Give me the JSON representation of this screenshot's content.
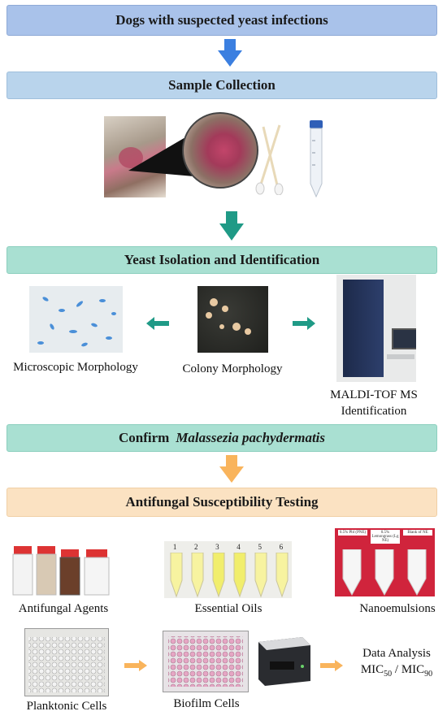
{
  "steps": {
    "s1": "Dogs with suspected yeast infections",
    "s2": "Sample Collection",
    "s3": "Yeast Isolation and Identification",
    "s4_prefix": "Confirm",
    "s4_species": "Malassezia pachydermatis",
    "s5": "Antifungal Susceptibility Testing"
  },
  "identification": {
    "microscopic": "Microscopic Morphology",
    "colony": "Colony Morphology",
    "maldi_line1": "MALDI-TOF MS",
    "maldi_line2": "Identification"
  },
  "testing": {
    "agents": "Antifungal  Agents",
    "oils": "Essential Oils",
    "nano": "Nanoemulsions",
    "planktonic": "Planktonic Cells",
    "biofilm": "Biofilm Cells",
    "analysis_line1": "Data Analysis",
    "mic50_prefix": "MIC",
    "mic50_sub": "50",
    "mic_sep": " / MIC",
    "mic90_sub": "90"
  },
  "tube_numbers": [
    "1",
    "2",
    "3",
    "4",
    "5",
    "6"
  ],
  "nano_labels": [
    "0.5% Pbl (PNE)",
    "0.5% Lemongrass (Lg NE)",
    "Blank of NE"
  ],
  "colors": {
    "blue_arrow": "#3b7fe0",
    "teal_arrow": "#1f9a86",
    "orange_arrow": "#f9b45c"
  }
}
